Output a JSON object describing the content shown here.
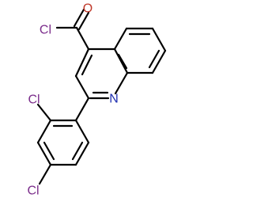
{
  "molecule": {
    "atoms": {
      "carbonyl_o": {
        "label": "O"
      },
      "acyl_cl": {
        "label": "Cl"
      },
      "ring_n": {
        "label": "N"
      },
      "ortho_cl": {
        "label": "Cl"
      },
      "para_cl": {
        "label": "Cl"
      }
    }
  },
  "colors": {
    "bond": "#000000",
    "oxygen": "#c0392b",
    "chlorine": "#7b2d8b",
    "nitrogen": "#1f2fb0"
  }
}
